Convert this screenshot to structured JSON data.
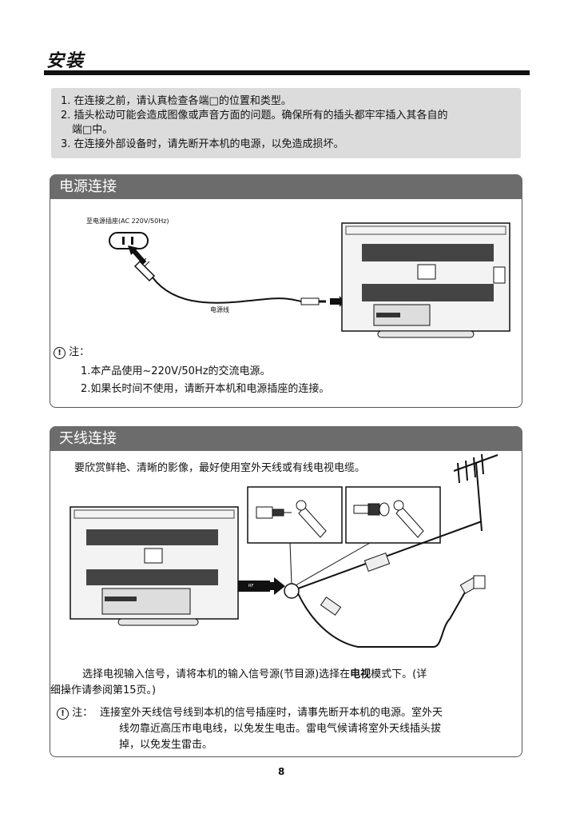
{
  "page": {
    "title": "安装",
    "number": "8"
  },
  "notice": {
    "items": [
      "1. 在连接之前，请认真检查各端□的位置和类型。",
      "2. 插头松动可能会造成图像或声音方面的问题。确保所有的插头都牢牢插入其各自的",
      "端□中。",
      "3. 在连接外部设备时，请先断开本机的电源，以免造成损坏。"
    ]
  },
  "power_section": {
    "heading": "电源连接",
    "outlet_label": "至电源插座(AC 220V/50Hz)",
    "cord_label": "电源线",
    "note_title": "注：",
    "notes": [
      "1.本产品使用~220V/50Hz的交流电源。",
      "2.如果长时间不使用，请断开本机和电源插座的连接。"
    ]
  },
  "antenna_section": {
    "heading": "天线连接",
    "intro": "要欣赏鲜艳、清晰的影像，最好使用室外天线或有线电视电缆。",
    "rf_label": "RF",
    "select_text_line1_a": "选择电视输入信号，请将本机的输入信号源(节目源)选择在",
    "select_text_line1_bold": "电视",
    "select_text_line1_b": "模式下。(详",
    "select_text_line2": "细操作请参阅第15页。)",
    "note_title": "注：",
    "note_lines": [
      "连接室外天线信号线到本机的信号插座时，请事先断开本机的电源。室外天",
      "线勿靠近高压市电电线，以免发生电击。雷电气候请将室外天线插头拔",
      "掉，以免发生雷击。"
    ]
  },
  "colors": {
    "header_bar": "#6c6c6c",
    "notice_bg": "#dcdcdc",
    "rule": "#111111"
  }
}
